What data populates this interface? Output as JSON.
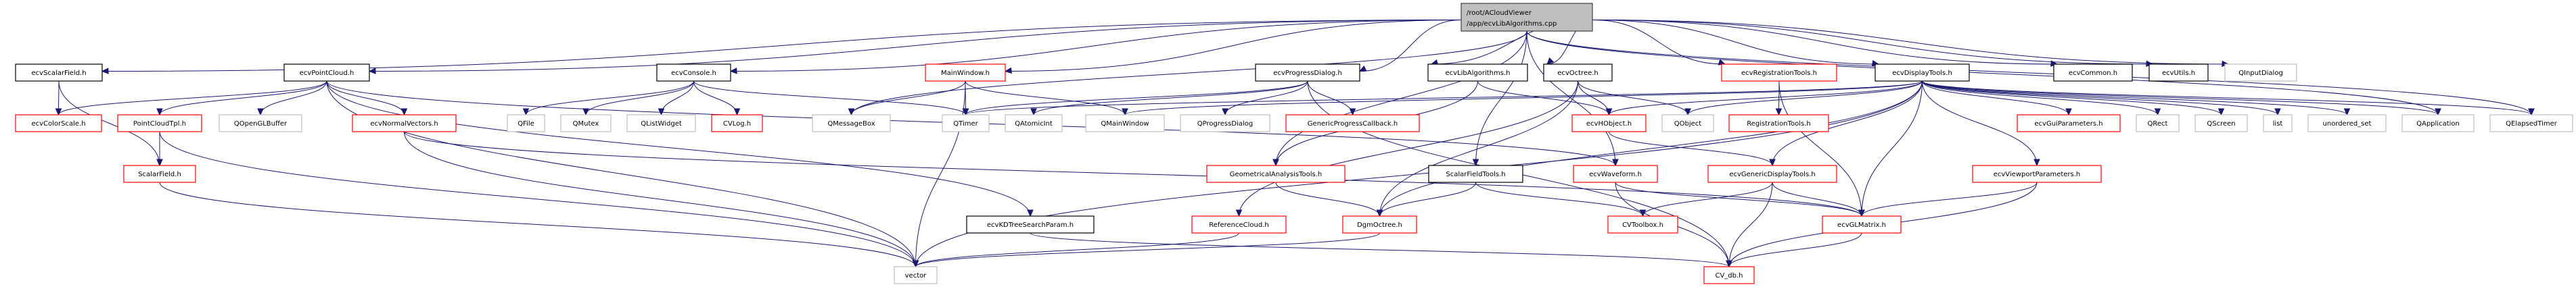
{
  "diagram": {
    "type": "include-dependency-graph",
    "colors": {
      "edge": "#191970",
      "root_fill": "#bfbfbf",
      "documented_border": "#000000",
      "undocumented_border": "#ff0000",
      "external_border": "#bfbfbf"
    },
    "root": {
      "id": "root",
      "label_lines": [
        "/root/ACloudViewer",
        "/app/ecvLibAlgorithms.cpp"
      ]
    },
    "nodes": [
      {
        "id": "ecvScalarField",
        "label": "ecvScalarField.h",
        "kind": "doc"
      },
      {
        "id": "ecvPointCloud",
        "label": "ecvPointCloud.h",
        "kind": "doc"
      },
      {
        "id": "ecvConsole",
        "label": "ecvConsole.h",
        "kind": "doc"
      },
      {
        "id": "MainWindow",
        "label": "MainWindow.h",
        "kind": "nodoc"
      },
      {
        "id": "ecvProgressDialog",
        "label": "ecvProgressDialog.h",
        "kind": "doc"
      },
      {
        "id": "ecvLibAlgorithms",
        "label": "ecvLibAlgorithms.h",
        "kind": "doc"
      },
      {
        "id": "ecvOctree",
        "label": "ecvOctree.h",
        "kind": "doc"
      },
      {
        "id": "ecvRegistrationTools",
        "label": "ecvRegistrationTools.h",
        "kind": "nodoc"
      },
      {
        "id": "ecvDisplayTools",
        "label": "ecvDisplayTools.h",
        "kind": "doc"
      },
      {
        "id": "ecvCommon",
        "label": "ecvCommon.h",
        "kind": "doc"
      },
      {
        "id": "ecvUtils",
        "label": "ecvUtils.h",
        "kind": "doc"
      },
      {
        "id": "QInputDialog",
        "label": "QInputDialog",
        "kind": "external"
      },
      {
        "id": "ecvColorScale",
        "label": "ecvColorScale.h",
        "kind": "nodoc"
      },
      {
        "id": "PointCloudTpl",
        "label": "PointCloudTpl.h",
        "kind": "nodoc"
      },
      {
        "id": "QOpenGLBuffer",
        "label": "QOpenGLBuffer",
        "kind": "external"
      },
      {
        "id": "ecvNormalVectors",
        "label": "ecvNormalVectors.h",
        "kind": "nodoc"
      },
      {
        "id": "QFile",
        "label": "QFile",
        "kind": "external"
      },
      {
        "id": "QMutex",
        "label": "QMutex",
        "kind": "external"
      },
      {
        "id": "QListWidget",
        "label": "QListWidget",
        "kind": "external"
      },
      {
        "id": "CVLog",
        "label": "CVLog.h",
        "kind": "nodoc"
      },
      {
        "id": "QMessageBox",
        "label": "QMessageBox",
        "kind": "external"
      },
      {
        "id": "QTimer",
        "label": "QTimer",
        "kind": "external"
      },
      {
        "id": "QAtomicInt",
        "label": "QAtomicInt",
        "kind": "external"
      },
      {
        "id": "QMainWindow",
        "label": "QMainWindow",
        "kind": "external"
      },
      {
        "id": "QProgressDialog",
        "label": "QProgressDialog",
        "kind": "external"
      },
      {
        "id": "GenericProgressCallback",
        "label": "GenericProgressCallback.h",
        "kind": "nodoc"
      },
      {
        "id": "ecvHObject",
        "label": "ecvHObject.h",
        "kind": "nodoc"
      },
      {
        "id": "QObject",
        "label": "QObject",
        "kind": "external"
      },
      {
        "id": "RegistrationTools",
        "label": "RegistrationTools.h",
        "kind": "nodoc"
      },
      {
        "id": "ecvGuiParameters",
        "label": "ecvGuiParameters.h",
        "kind": "nodoc"
      },
      {
        "id": "QRect",
        "label": "QRect",
        "kind": "external"
      },
      {
        "id": "QScreen",
        "label": "QScreen",
        "kind": "external"
      },
      {
        "id": "list",
        "label": "list",
        "kind": "external"
      },
      {
        "id": "unordered_set",
        "label": "unordered_set",
        "kind": "external"
      },
      {
        "id": "QApplication",
        "label": "QApplication",
        "kind": "external"
      },
      {
        "id": "QElapsedTimer",
        "label": "QElapsedTimer",
        "kind": "external"
      },
      {
        "id": "ScalarField",
        "label": "ScalarField.h",
        "kind": "nodoc"
      },
      {
        "id": "GeometricalAnalysisTools",
        "label": "GeometricalAnalysisTools.h",
        "kind": "nodoc"
      },
      {
        "id": "ScalarFieldTools",
        "label": "ScalarFieldTools.h",
        "kind": "doc"
      },
      {
        "id": "ecvWaveform",
        "label": "ecvWaveform.h",
        "kind": "nodoc"
      },
      {
        "id": "ecvGenericDisplayTools",
        "label": "ecvGenericDisplayTools.h",
        "kind": "nodoc"
      },
      {
        "id": "ecvViewportParameters",
        "label": "ecvViewportParameters.h",
        "kind": "nodoc"
      },
      {
        "id": "ecvKDTreeSearchParam",
        "label": "ecvKDTreeSearchParam.h",
        "kind": "doc"
      },
      {
        "id": "ReferenceCloud",
        "label": "ReferenceCloud.h",
        "kind": "nodoc"
      },
      {
        "id": "DgmOctree",
        "label": "DgmOctree.h",
        "kind": "nodoc"
      },
      {
        "id": "CVToolbox",
        "label": "CVToolbox.h",
        "kind": "nodoc"
      },
      {
        "id": "ecvGLMatrix",
        "label": "ecvGLMatrix.h",
        "kind": "nodoc"
      },
      {
        "id": "vector",
        "label": "vector",
        "kind": "external"
      },
      {
        "id": "CV_db",
        "label": "CV_db.h",
        "kind": "nodoc"
      }
    ],
    "edges": [
      [
        "root",
        "ecvScalarField"
      ],
      [
        "root",
        "ecvPointCloud"
      ],
      [
        "root",
        "ecvConsole"
      ],
      [
        "root",
        "MainWindow"
      ],
      [
        "root",
        "ecvProgressDialog"
      ],
      [
        "root",
        "ecvLibAlgorithms"
      ],
      [
        "root",
        "ecvOctree"
      ],
      [
        "root",
        "ecvRegistrationTools"
      ],
      [
        "root",
        "ecvDisplayTools"
      ],
      [
        "root",
        "ecvCommon"
      ],
      [
        "root",
        "ecvUtils"
      ],
      [
        "root",
        "QInputDialog"
      ],
      [
        "root",
        "QMessageBox"
      ],
      [
        "root",
        "ScalarFieldTools"
      ],
      [
        "root",
        "GeometricalAnalysisTools"
      ],
      [
        "root",
        "ecvWaveform"
      ],
      [
        "root",
        "QApplication"
      ],
      [
        "root",
        "QElapsedTimer"
      ],
      [
        "ecvScalarField",
        "ecvColorScale"
      ],
      [
        "ecvScalarField",
        "ScalarField"
      ],
      [
        "ecvPointCloud",
        "ecvColorScale"
      ],
      [
        "ecvPointCloud",
        "PointCloudTpl"
      ],
      [
        "ecvPointCloud",
        "QOpenGLBuffer"
      ],
      [
        "ecvPointCloud",
        "ecvNormalVectors"
      ],
      [
        "ecvPointCloud",
        "ecvKDTreeSearchParam"
      ],
      [
        "ecvPointCloud",
        "ecvWaveform"
      ],
      [
        "ecvPointCloud",
        "vector"
      ],
      [
        "PointCloudTpl",
        "ScalarField"
      ],
      [
        "PointCloudTpl",
        "vector"
      ],
      [
        "ecvNormalVectors",
        "ecvGLMatrix"
      ],
      [
        "ecvNormalVectors",
        "vector"
      ],
      [
        "ScalarField",
        "vector"
      ],
      [
        "ecvConsole",
        "QFile"
      ],
      [
        "ecvConsole",
        "QMutex"
      ],
      [
        "ecvConsole",
        "QListWidget"
      ],
      [
        "ecvConsole",
        "CVLog"
      ],
      [
        "ecvConsole",
        "QTimer"
      ],
      [
        "MainWindow",
        "QMessageBox"
      ],
      [
        "MainWindow",
        "QTimer"
      ],
      [
        "MainWindow",
        "QMainWindow"
      ],
      [
        "MainWindow",
        "vector"
      ],
      [
        "ecvProgressDialog",
        "QTimer"
      ],
      [
        "ecvProgressDialog",
        "QAtomicInt"
      ],
      [
        "ecvProgressDialog",
        "QProgressDialog"
      ],
      [
        "ecvProgressDialog",
        "GenericProgressCallback"
      ],
      [
        "ecvProgressDialog",
        "CV_db"
      ],
      [
        "ecvLibAlgorithms",
        "ecvHObject"
      ],
      [
        "ecvLibAlgorithms",
        "GeometricalAnalysisTools"
      ],
      [
        "ecvOctree",
        "ecvHObject"
      ],
      [
        "ecvOctree",
        "QObject"
      ],
      [
        "ecvOctree",
        "DgmOctree"
      ],
      [
        "ecvOctree",
        "ReferenceCloud"
      ],
      [
        "ecvRegistrationTools",
        "RegistrationTools"
      ],
      [
        "ecvRegistrationTools",
        "ecvGLMatrix"
      ],
      [
        "ecvDisplayTools",
        "ecvHObject"
      ],
      [
        "ecvDisplayTools",
        "QObject"
      ],
      [
        "ecvDisplayTools",
        "QTimer"
      ],
      [
        "ecvDisplayTools",
        "QMainWindow"
      ],
      [
        "ecvDisplayTools",
        "ecvGuiParameters"
      ],
      [
        "ecvDisplayTools",
        "QRect"
      ],
      [
        "ecvDisplayTools",
        "QScreen"
      ],
      [
        "ecvDisplayTools",
        "list"
      ],
      [
        "ecvDisplayTools",
        "unordered_set"
      ],
      [
        "ecvDisplayTools",
        "QApplication"
      ],
      [
        "ecvDisplayTools",
        "QElapsedTimer"
      ],
      [
        "ecvDisplayTools",
        "ecvGenericDisplayTools"
      ],
      [
        "ecvDisplayTools",
        "ecvViewportParameters"
      ],
      [
        "ecvDisplayTools",
        "ecvGLMatrix"
      ],
      [
        "ecvDisplayTools",
        "DgmOctree"
      ],
      [
        "ecvDisplayTools",
        "vector"
      ],
      [
        "ecvHObject",
        "ecvGenericDisplayTools"
      ],
      [
        "GeometricalAnalysisTools",
        "DgmOctree"
      ],
      [
        "ScalarFieldTools",
        "DgmOctree"
      ],
      [
        "ScalarFieldTools",
        "CVToolbox"
      ],
      [
        "ecvWaveform",
        "CV_db"
      ],
      [
        "ecvWaveform",
        "ecvGLMatrix"
      ],
      [
        "ecvGenericDisplayTools",
        "CVToolbox"
      ],
      [
        "ecvGenericDisplayTools",
        "CV_db"
      ],
      [
        "ecvGenericDisplayTools",
        "ecvGLMatrix"
      ],
      [
        "ecvViewportParameters",
        "ecvGLMatrix"
      ],
      [
        "ecvViewportParameters",
        "CV_db"
      ],
      [
        "ecvKDTreeSearchParam",
        "CV_db"
      ],
      [
        "ReferenceCloud",
        "vector"
      ],
      [
        "DgmOctree",
        "vector"
      ],
      [
        "ecvGLMatrix",
        "CV_db"
      ]
    ]
  }
}
